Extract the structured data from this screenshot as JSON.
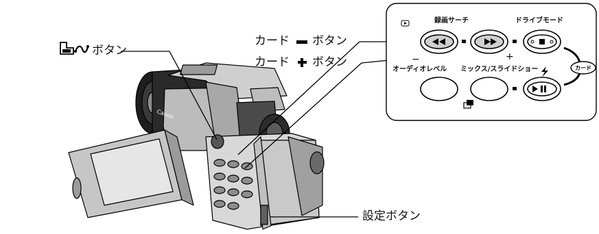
{
  "callouts": {
    "print_share_button": "ボタン",
    "card_minus_prefix": "カード",
    "card_minus_suffix": "ボタン",
    "card_plus_prefix": "カード",
    "card_plus_suffix": "ボタン",
    "settings_button": "設定ボタン"
  },
  "panel": {
    "record_search": "録画サーチ",
    "drive_mode": "ドライブモード",
    "audio_level": "オーディオレベル",
    "mix_slideshow": "ミックス/スライドショー",
    "card_badge": "カード",
    "minus_sign": "−",
    "plus_sign": "+"
  },
  "camera": {
    "brand": "Canon"
  },
  "icons": {
    "print_share": "print-share-icon",
    "rewind": "rewind-icon",
    "fast_forward": "fast-forward-icon",
    "stop": "stop-icon",
    "play_pause": "play-pause-icon",
    "flash": "flash-icon",
    "playback": "playback-icon",
    "mix": "mix-icon"
  }
}
